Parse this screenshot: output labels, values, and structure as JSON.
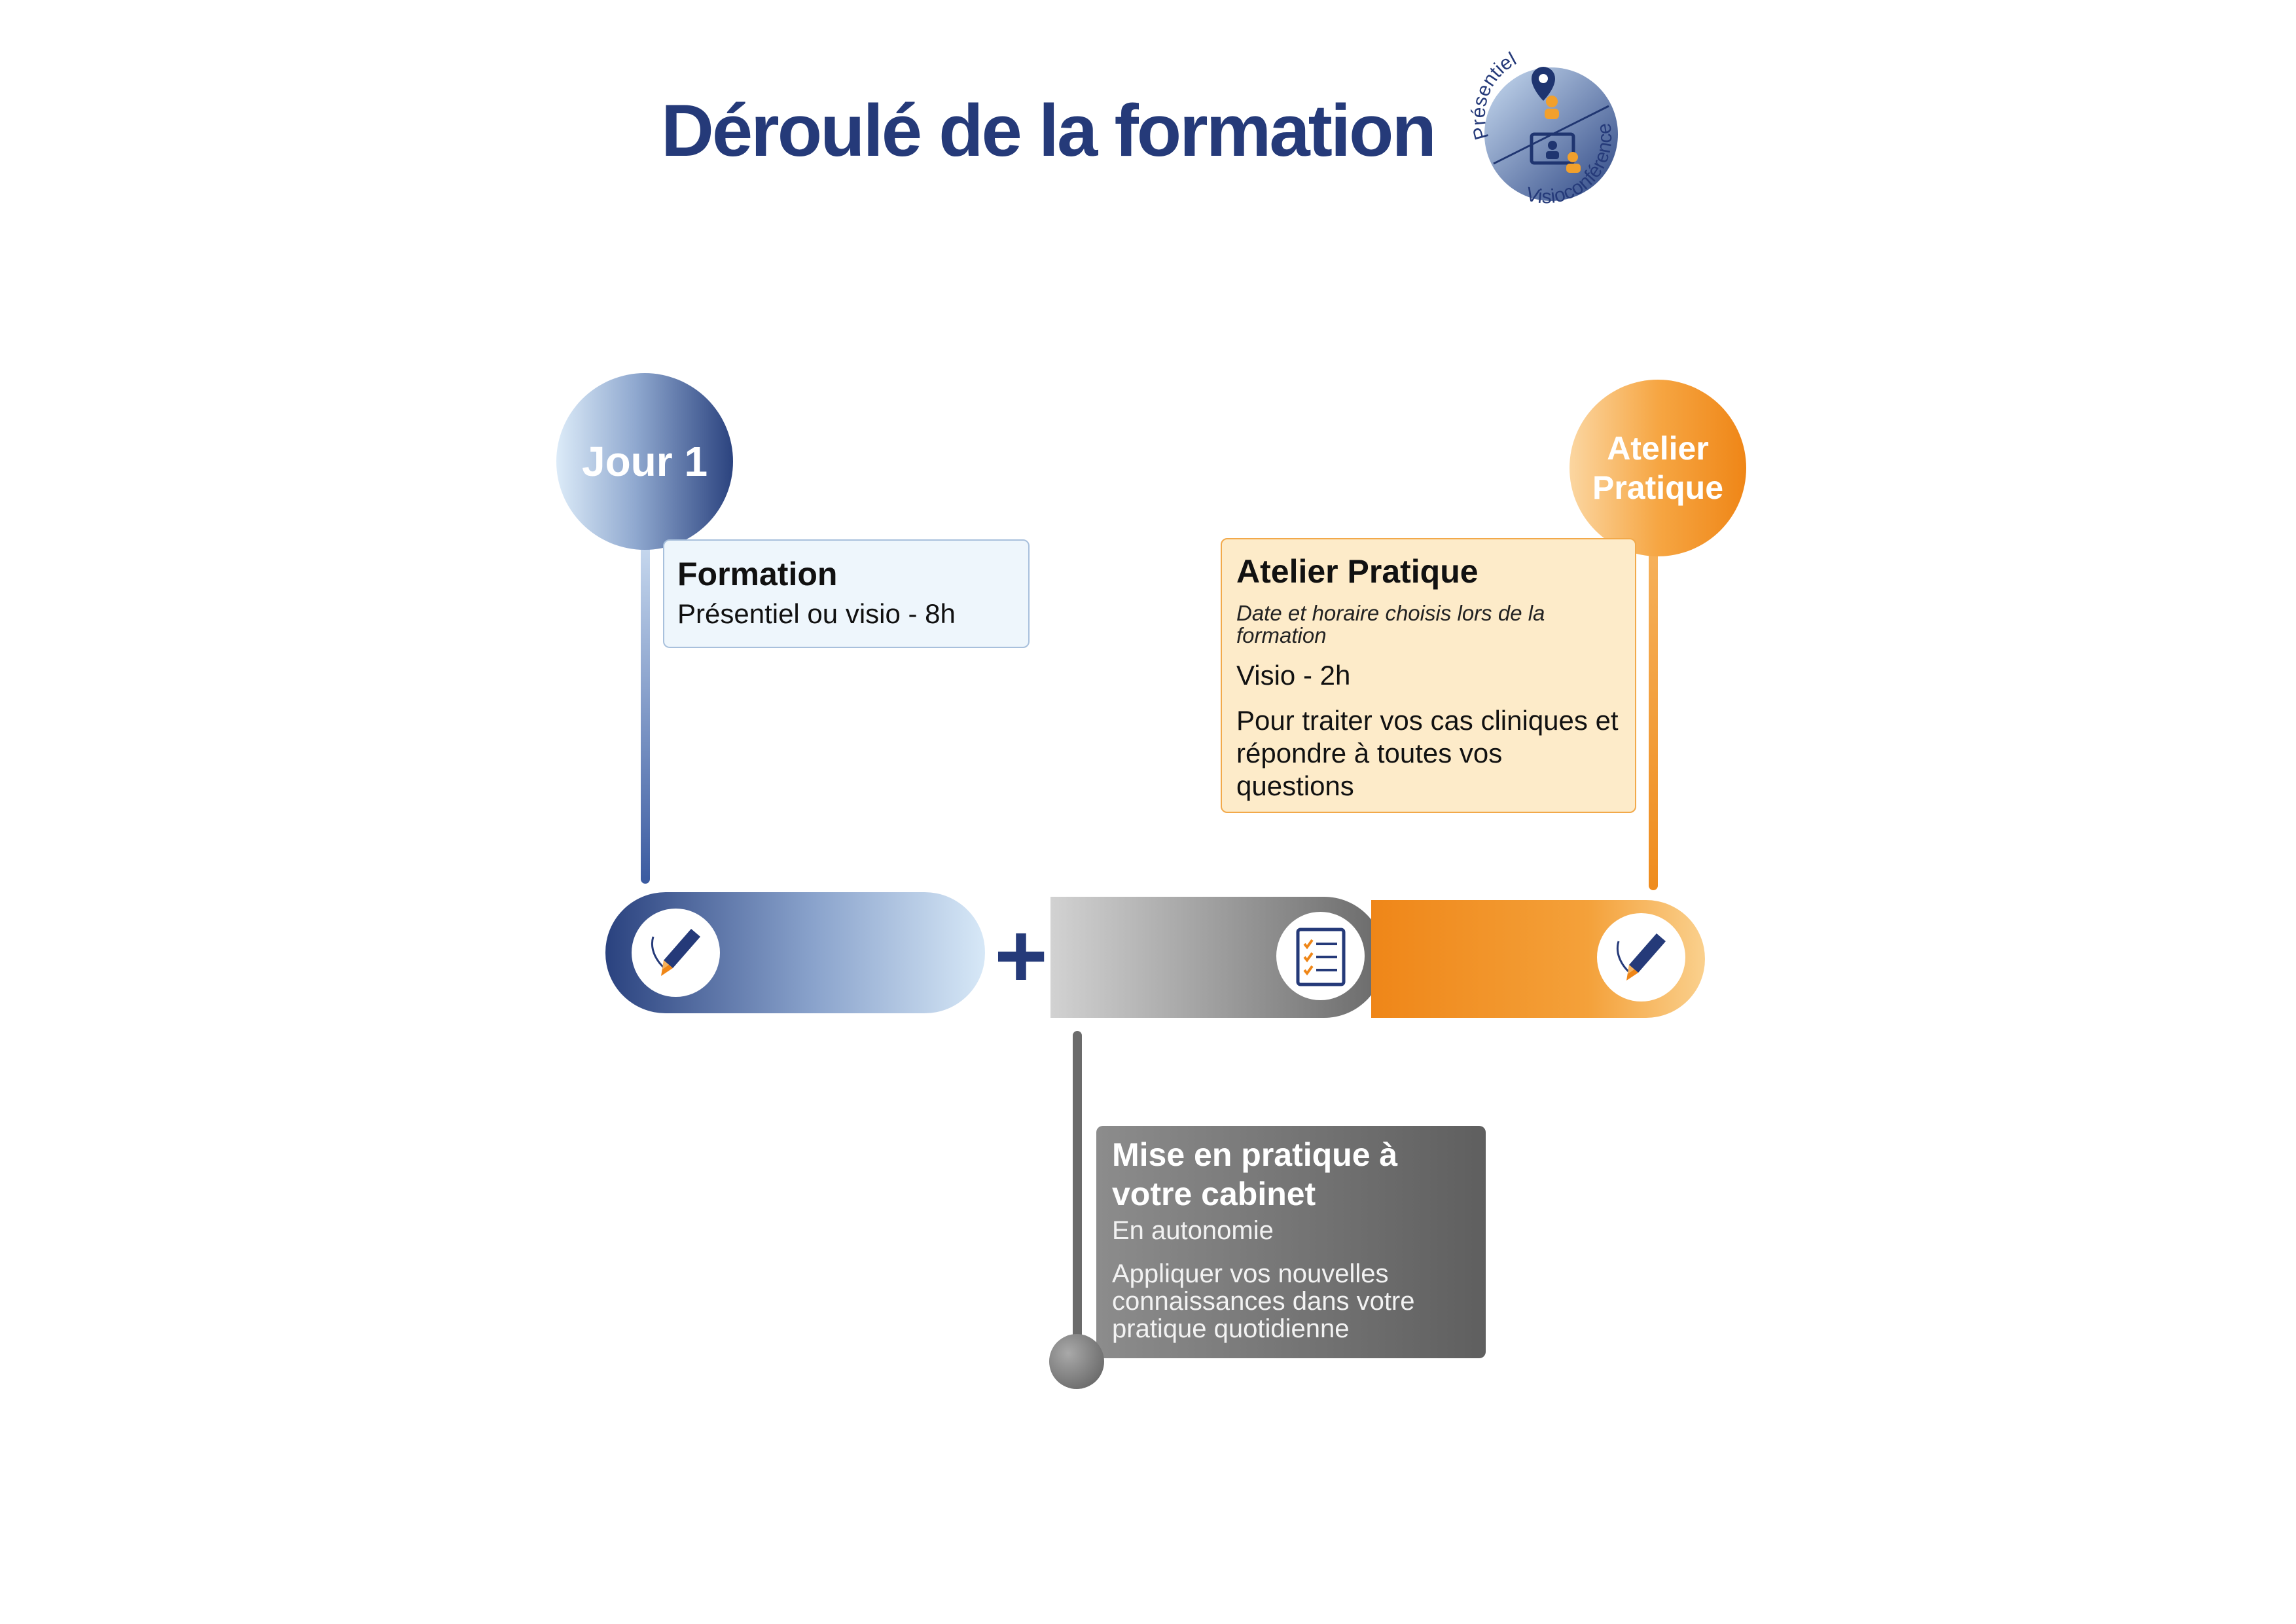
{
  "title": "Déroulé de la formation",
  "badge": {
    "top_label": "Présentiel",
    "bottom_label": "Visioconférence",
    "icons": [
      "map-pin-person-icon",
      "video-conference-icon"
    ]
  },
  "stages": {
    "day1": {
      "circle_label": "Jour 1",
      "box_title": "Formation",
      "box_line": "Présentiel ou visio - 8h",
      "icon": "pen-signature-icon"
    },
    "practice": {
      "box_title": "Mise en pratique à votre cabinet",
      "box_sub": "En autonomie",
      "box_desc": "Appliquer vos nouvelles connaissances dans votre pratique quotidienne",
      "icon": "checklist-icon"
    },
    "workshop": {
      "circle_label": "Atelier Pratique",
      "box_title": "Atelier Pratique",
      "box_italic": "Date et horaire choisis lors de la formation",
      "box_line": "Visio - 2h",
      "box_desc": "Pour traiter vos cas cliniques et répondre à toutes vos questions",
      "icon": "pen-signature-icon"
    }
  },
  "connector": "+",
  "colors": {
    "navy": "#253a79",
    "orange": "#ef8617",
    "grey": "#6a6a6a"
  }
}
